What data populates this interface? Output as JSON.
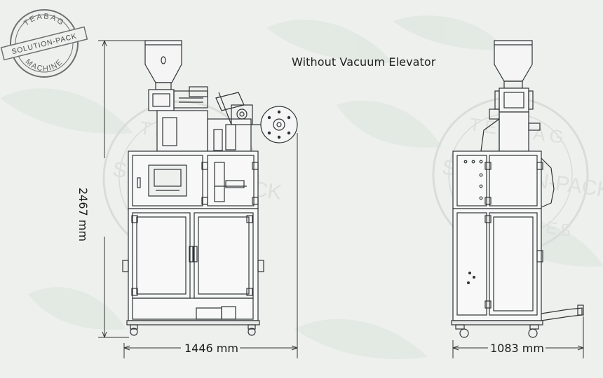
{
  "title": "Without Vacuum Elevator",
  "dimensions": {
    "height": "2467 mm",
    "front_width": "1446 mm",
    "side_width": "1083 mm"
  },
  "logo": {
    "top_text": "TEABAG",
    "banner_text": "SOLUTION-PACK",
    "bottom_text": "MACHINE"
  },
  "watermark": {
    "top_text": "TEABAG",
    "middle_text": "SOLUTION-PACK",
    "bottom_text": "MACHINES"
  },
  "colors": {
    "background": "#eef0ee",
    "line": "#2f3336",
    "leaf": "#dfe5df"
  }
}
